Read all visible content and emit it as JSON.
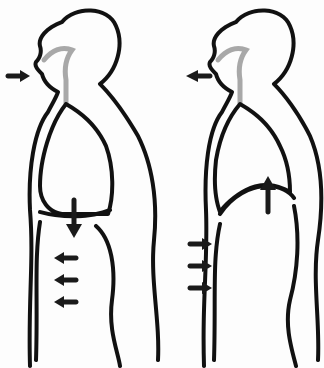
{
  "figures": [
    {
      "phase": "inhalation",
      "diaphragm": "down"
    },
    {
      "phase": "exhalation",
      "diaphragm": "up"
    }
  ],
  "colors": {
    "outline": "#111111",
    "airway": "#a8a8a8",
    "arrow": "#1a1a1a",
    "background": "#fdfdfd"
  },
  "icons": {
    "air_arrow": "arrow-right-icon",
    "diaphragm_arrow": "arrow-vertical-icon",
    "abdomen_arrow": "arrow-horizontal-icon"
  }
}
